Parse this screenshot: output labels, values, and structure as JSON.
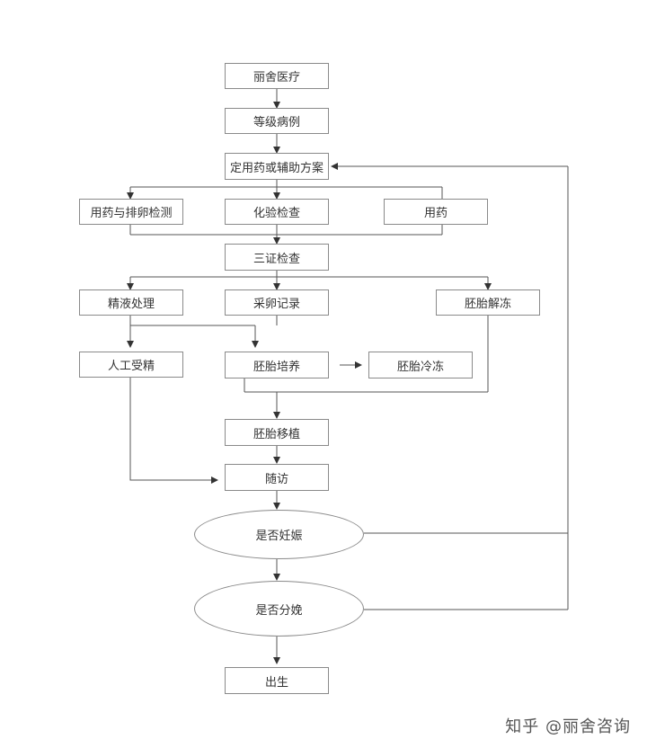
{
  "nodes": {
    "lishe_medical": "丽舍医疗",
    "grade_cases": "等级病例",
    "medication_plan": "定用药或辅助方案",
    "medication_ovulation": "用药与排卵检测",
    "lab_tests": "化验检查",
    "medication": "用药",
    "three_certificates": "三证检查",
    "sperm_processing": "精液处理",
    "egg_retrieval": "采卵记录",
    "embryo_thaw": "胚胎解冻",
    "artificial_insemination": "人工受精",
    "embryo_culture": "胚胎培养",
    "embryo_freeze": "胚胎冷冻",
    "embryo_transfer": "胚胎移植",
    "follow_up": "随访",
    "pregnant_q": "是否妊娠",
    "delivery_q": "是否分娩",
    "birth": "出生"
  },
  "watermark": "知乎 @丽舍咨询",
  "colors": {
    "line": "#555555",
    "border": "#8a8a8a"
  }
}
